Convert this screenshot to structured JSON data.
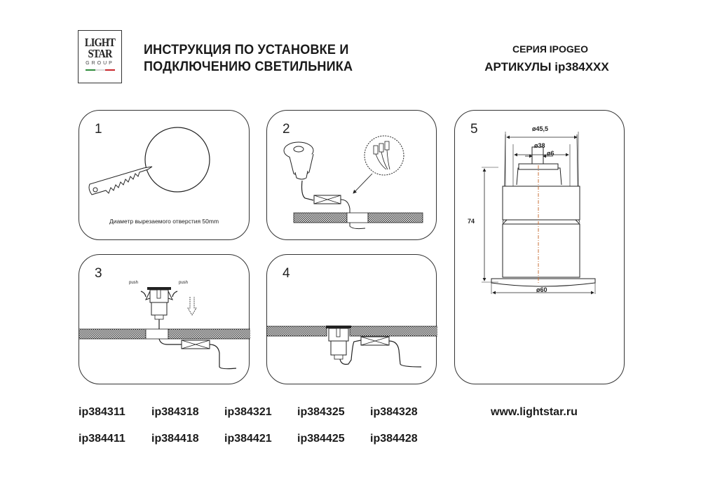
{
  "header": {
    "logo": {
      "line1": "LIGHT",
      "line2": "STAR",
      "line3": "GROUP",
      "flag_colors": [
        "#2e8b3a",
        "#e0e0e0",
        "#c8262b"
      ]
    },
    "title_line1": "ИНСТРУКЦИЯ ПО УСТАНОВКЕ И",
    "title_line2": "ПОДКЛЮЧЕНИЮ СВЕТИЛЬНИКА",
    "series": "СЕРИЯ IPOGEO",
    "articles": "АРТИКУЛЫ ip384XXX"
  },
  "steps": [
    {
      "number": "1",
      "caption": "Диаметр вырезаемого отверстия 50mm",
      "icons": [
        "saw-icon",
        "cut-hole-circle"
      ]
    },
    {
      "number": "2",
      "icons": [
        "luminaire-icon",
        "connector-box-icon",
        "terminal-detail-icon"
      ]
    },
    {
      "number": "3",
      "push_left": "push",
      "push_right": "push",
      "icons": [
        "luminaire-icon",
        "down-arrow-icon",
        "connector-box-icon"
      ]
    },
    {
      "number": "4",
      "icons": [
        "installed-luminaire-icon",
        "connector-box-icon"
      ]
    },
    {
      "number": "5",
      "dimensions": {
        "outer_diameter": "ø45,5",
        "inner_diameter": "ø38",
        "stem_diameter": "ø6",
        "height": "74",
        "flange_diameter": "ø60"
      },
      "centerline_color": "#c8713a"
    }
  ],
  "article_codes": [
    [
      "ip384311",
      "ip384318",
      "ip384321",
      "ip384325",
      "ip384328"
    ],
    [
      "ip384411",
      "ip384418",
      "ip384421",
      "ip384425",
      "ip384428"
    ]
  ],
  "website": "www.lightstar.ru"
}
